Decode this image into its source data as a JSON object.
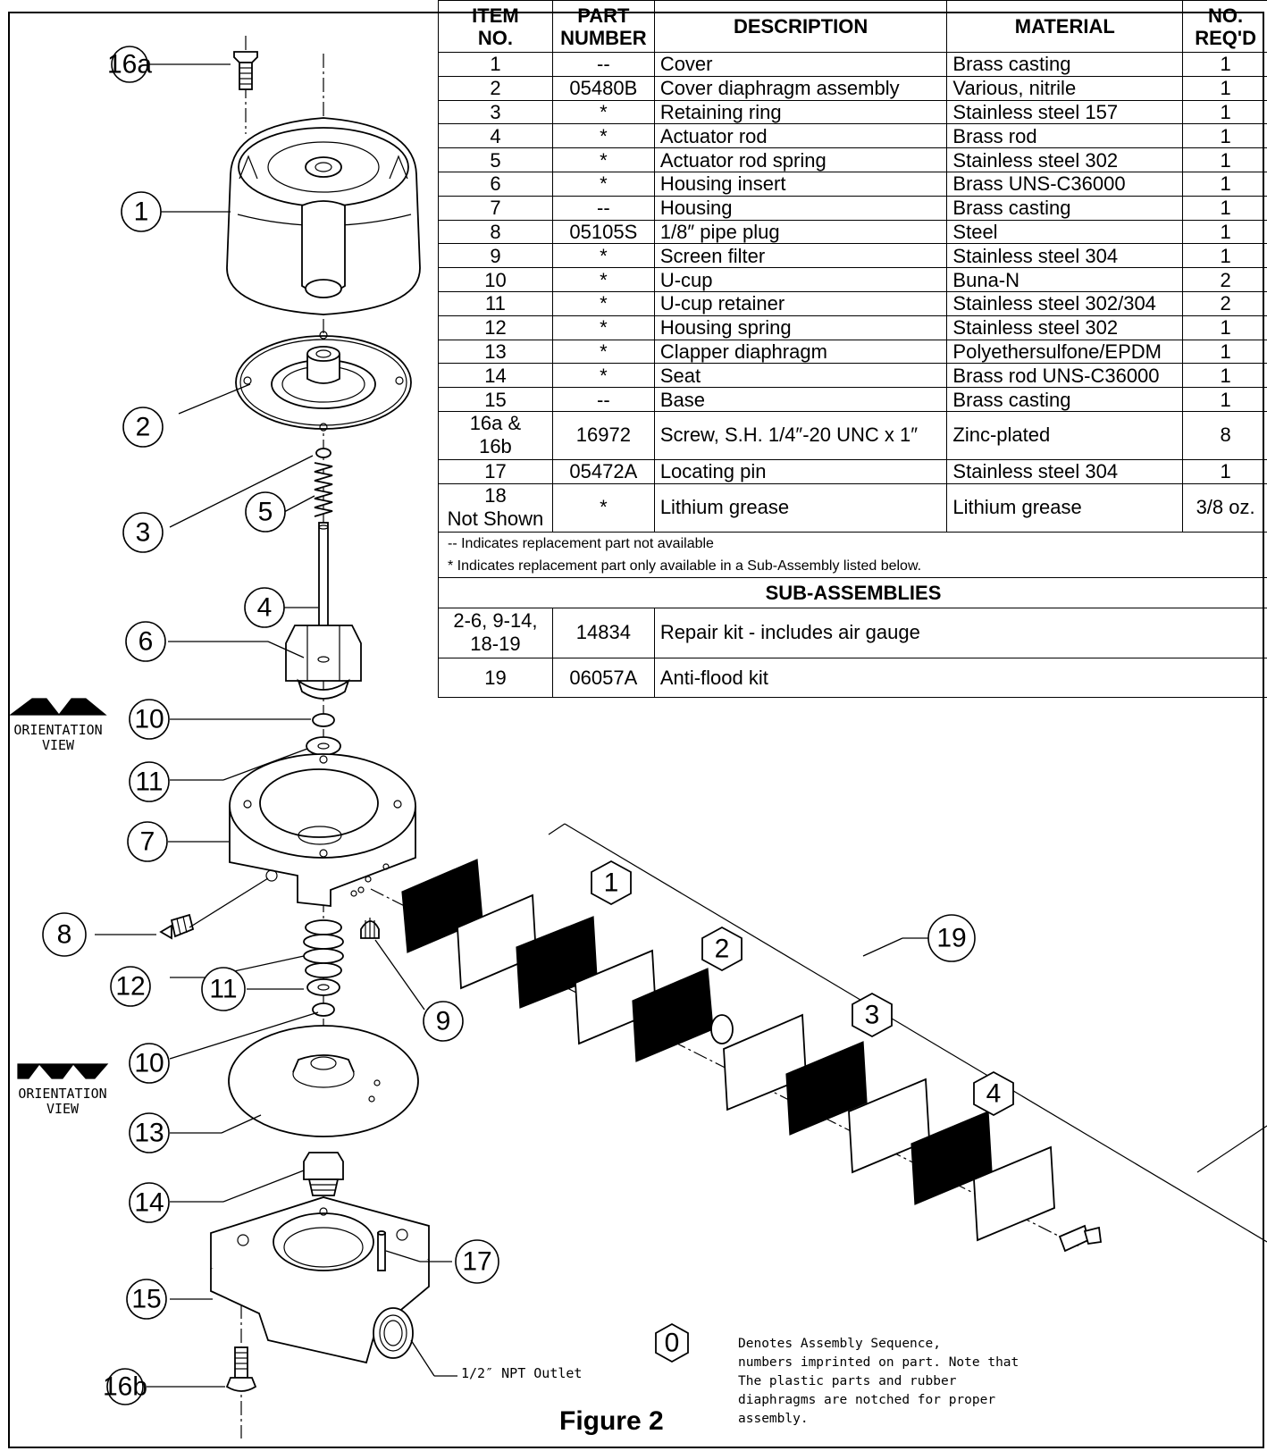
{
  "header_text": "Figure 2",
  "table": {
    "headers": [
      {
        "line1": "ITEM",
        "line2": "NO."
      },
      {
        "line1": "PART",
        "line2": "NUMBER"
      },
      {
        "line1": "DESCRIPTION",
        "line2": ""
      },
      {
        "line1": "MATERIAL",
        "line2": ""
      },
      {
        "line1": "NO.",
        "line2": "REQ'D"
      }
    ],
    "rows": [
      {
        "item": "1",
        "part": "--",
        "desc": "Cover",
        "material": "Brass casting",
        "qty": "1"
      },
      {
        "item": "2",
        "part": "05480B",
        "desc": "Cover diaphragm assembly",
        "material": "Various, nitrile",
        "qty": "1"
      },
      {
        "item": "3",
        "part": "*",
        "desc": "Retaining ring",
        "material": "Stainless steel 157",
        "qty": "1"
      },
      {
        "item": "4",
        "part": "*",
        "desc": "Actuator rod",
        "material": "Brass rod",
        "qty": "1"
      },
      {
        "item": "5",
        "part": "*",
        "desc": "Actuator rod spring",
        "material": "Stainless steel 302",
        "qty": "1"
      },
      {
        "item": "6",
        "part": "*",
        "desc": "Housing insert",
        "material": "Brass UNS-C36000",
        "qty": "1"
      },
      {
        "item": "7",
        "part": "--",
        "desc": "Housing",
        "material": "Brass casting",
        "qty": "1"
      },
      {
        "item": "8",
        "part": "05105S",
        "desc": "1/8″ pipe plug",
        "material": "Steel",
        "qty": "1"
      },
      {
        "item": "9",
        "part": "*",
        "desc": "Screen filter",
        "material": "Stainless steel 304",
        "qty": "1"
      },
      {
        "item": "10",
        "part": "*",
        "desc": "U-cup",
        "material": "Buna-N",
        "qty": "2"
      },
      {
        "item": "11",
        "part": "*",
        "desc": "U-cup retainer",
        "material": "Stainless steel 302/304",
        "qty": "2"
      },
      {
        "item": "12",
        "part": "*",
        "desc": "Housing spring",
        "material": "Stainless steel 302",
        "qty": "1"
      },
      {
        "item": "13",
        "part": "*",
        "desc": "Clapper diaphragm",
        "material": "Polyethersulfone/EPDM",
        "qty": "1"
      },
      {
        "item": "14",
        "part": "*",
        "desc": "Seat",
        "material": "Brass rod UNS-C36000",
        "qty": "1"
      },
      {
        "item": "15",
        "part": "--",
        "desc": "Base",
        "material": "Brass casting",
        "qty": "1"
      }
    ],
    "row16": {
      "item1": "16a &",
      "item2": "16b",
      "part": "16972",
      "desc": "Screw, S.H. 1/4″-20 UNC x 1″",
      "material": "Zinc-plated",
      "qty": "8"
    },
    "row17": {
      "item": "17",
      "part": "05472A",
      "desc": "Locating pin",
      "material": "Stainless steel 304",
      "qty": "1"
    },
    "row18": {
      "item1": "18",
      "item2": "Not Shown",
      "part": "*",
      "desc": "Lithium grease",
      "material": "Lithium grease",
      "qty": "3/8 oz."
    },
    "note1": "-- Indicates replacement part not available",
    "note2": "* Indicates replacement part only available in a Sub-Assembly listed below.",
    "sub_title": "SUB-ASSEMBLIES",
    "sub1": {
      "item1": "2-6, 9-14,",
      "item2": "18-19",
      "part": "14834",
      "desc": "Repair kit - includes air gauge"
    },
    "sub2": {
      "item": "19",
      "part": "06057A",
      "desc": "Anti-flood kit"
    }
  },
  "callouts": [
    "16a",
    "1",
    "2",
    "3",
    "5",
    "4",
    "6",
    "10",
    "11",
    "7",
    "8",
    "12",
    "11",
    "9",
    "10",
    "13",
    "14",
    "17",
    "15",
    "16b",
    "19"
  ],
  "sequence_labels": [
    "1",
    "2",
    "3",
    "4"
  ],
  "orientation_label_1": "ORIENTATION",
  "orientation_label_2": "VIEW",
  "outlet_label": "1/2″ NPT Outlet",
  "legend_symbol": "0",
  "legend_lines": [
    "Denotes Assembly Sequence,",
    "numbers imprinted on part.  Note that",
    "The plastic parts and rubber",
    "diaphragms are notched for proper",
    "assembly."
  ],
  "figure_caption": "Figure 2"
}
